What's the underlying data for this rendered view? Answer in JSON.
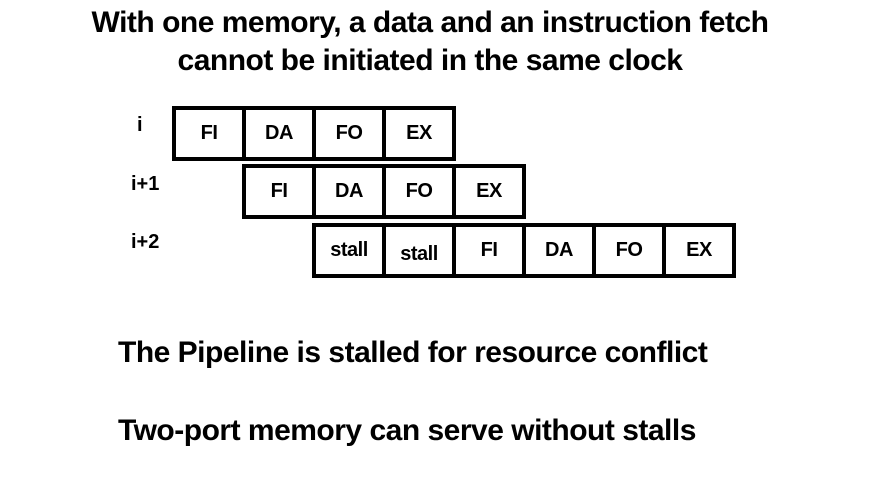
{
  "slide": {
    "title": {
      "line1": "With one memory, a data and an instruction fetch",
      "line2": "cannot be initiated in the same clock"
    },
    "pipeline_diagram": {
      "rows": [
        {
          "label": "i",
          "cells": [
            "FI",
            "DA",
            "FO",
            "EX"
          ]
        },
        {
          "label": "i+1",
          "cells": [
            "FI",
            "DA",
            "FO",
            "EX"
          ]
        },
        {
          "label": "i+2",
          "cells": [
            "stall",
            "stall",
            "FI",
            "DA",
            "FO",
            "EX"
          ]
        }
      ]
    },
    "notes": {
      "line1": "The Pipeline is stalled for resource conflict",
      "line2": "Two-port memory can serve without stalls"
    },
    "colors": {
      "text": "#000000",
      "background": "#ffffff",
      "box_border": "#000000"
    }
  }
}
